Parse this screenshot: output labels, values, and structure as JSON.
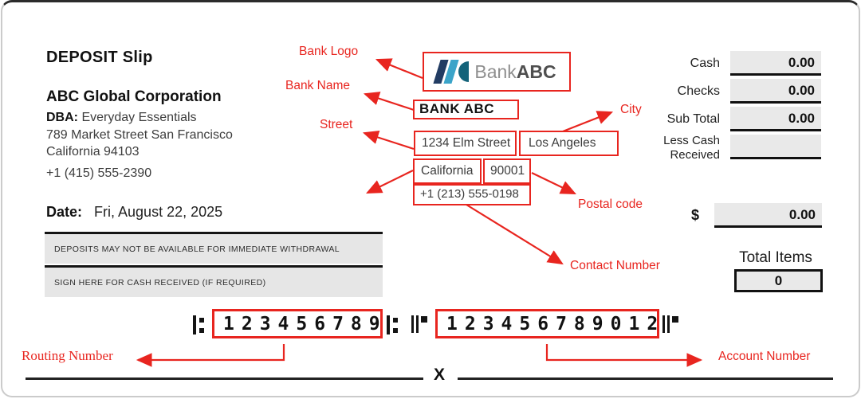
{
  "header": {
    "title": "DEPOSIT Slip"
  },
  "depositor": {
    "company": "ABC Global Corporation",
    "dba_label": "DBA:",
    "dba_value": "Everyday Essentials",
    "address_line1": "789 Market Street San Francisco",
    "address_line2": "California 94103",
    "phone": "+1 (415) 555-2390"
  },
  "date": {
    "label": "Date:",
    "value": "Fri, August 22, 2025"
  },
  "notices": [
    "DEPOSITS MAY NOT BE AVAILABLE FOR IMMEDIATE WITHDRAWAL",
    "SIGN HERE FOR CASH RECEIVED (IF REQUIRED)"
  ],
  "bank": {
    "logo_word_bank": "Bank",
    "logo_word_abc": "ABC",
    "name": "BANK ABC",
    "street": "1234 Elm Street",
    "city": "Los Angeles",
    "state": "California",
    "postal_code": "90001",
    "contact_number": "+1 (213) 555-0198"
  },
  "annotations": {
    "bank_logo": "Bank Logo",
    "bank_name": "Bank Name",
    "street": "Street",
    "city": "City",
    "postal_code": "Postal code",
    "contact_number": "Contact Number",
    "routing_number": "Routing Number",
    "account_number": "Account Number"
  },
  "amounts": {
    "rows": [
      {
        "label": "Cash",
        "value": "0.00"
      },
      {
        "label": "Checks",
        "value": "0.00"
      },
      {
        "label": "Sub Total",
        "value": "0.00"
      },
      {
        "label_line1": "Less Cash",
        "label_line2": "Received",
        "value": ""
      }
    ],
    "currency_symbol": "$",
    "total_amount": "0.00",
    "total_items_label": "Total Items",
    "total_items_value": "0"
  },
  "micr": {
    "routing": "123456789",
    "account": "123456789012"
  },
  "signature_mark": "X",
  "colors": {
    "annotation_red": "#e8251f",
    "logo_navy": "#223c63",
    "logo_blue": "#3ba4c9",
    "logo_teal": "#14637a",
    "field_gray": "#e9e9e9",
    "ink": "#111111"
  }
}
